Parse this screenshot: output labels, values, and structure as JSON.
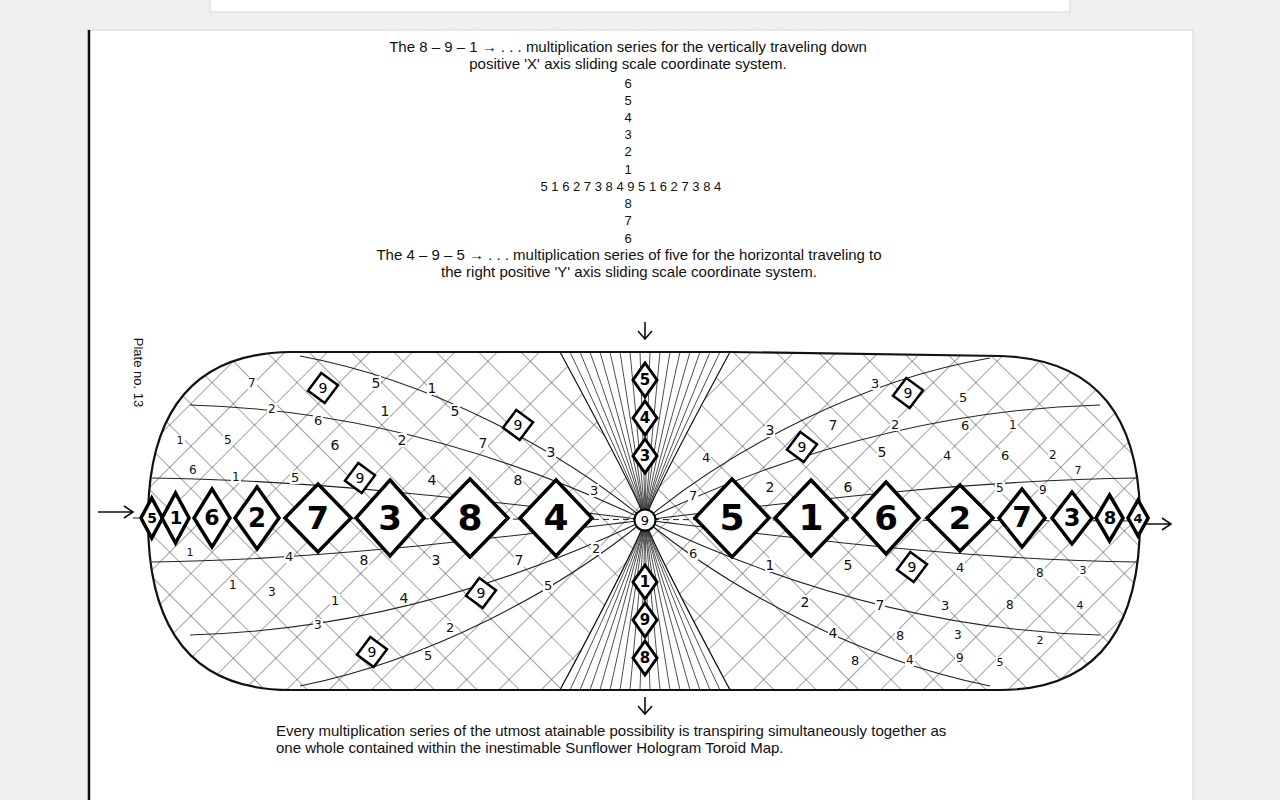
{
  "diagram": {
    "title": "The 8 – 9 – 1 → . . . multiplication series for the vertically traveling down positive 'X' axis sliding scale coordinate system.",
    "caption": "Every multiplication series of the utmost atainable possibility is transpiring simultaneously together as one whole contained within the inestimable Sunflower Hologram Toroid Map.",
    "nodes": [
      {
        "text": [
          "9"
        ]
      },
      {
        "text": [
          "5"
        ]
      },
      {
        "text": [
          "9"
        ]
      },
      {
        "text": [
          "4"
        ]
      },
      {
        "text": [
          "9"
        ]
      },
      {
        "text": [
          "9"
        ]
      },
      {
        "text": [
          "3"
        ]
      },
      {
        "text": [
          "9"
        ]
      },
      {
        "text": [
          "5"
        ]
      },
      {
        "text": [
          "1"
        ]
      },
      {
        "text": [
          "6"
        ]
      },
      {
        "text": [
          "2"
        ]
      },
      {
        "text": [
          "7"
        ]
      },
      {
        "text": [
          "3"
        ]
      },
      {
        "text": [
          "8"
        ]
      },
      {
        "text": [
          "4"
        ]
      },
      {
        "text": [
          "9"
        ]
      },
      {
        "text": [
          "5"
        ]
      },
      {
        "text": [
          "1"
        ]
      },
      {
        "text": [
          "6"
        ]
      },
      {
        "text": [
          "2"
        ]
      },
      {
        "text": [
          "7"
        ]
      },
      {
        "text": [
          "3"
        ]
      },
      {
        "text": [
          "8"
        ]
      },
      {
        "text": [
          "4"
        ]
      },
      {
        "text": [
          "9"
        ]
      },
      {
        "text": [
          "1"
        ]
      },
      {
        "text": [
          "9"
        ]
      },
      {
        "text": [
          "9"
        ]
      },
      {
        "text": [
          "9"
        ]
      },
      {
        "text": [
          "8"
        ]
      }
    ],
    "labels": [
      "6",
      "5",
      "4",
      "3",
      "2",
      "1",
      "5 1 6 2 7 3 8 4 9 5 1 6 2 7 3 8 4",
      "8",
      "7",
      "6",
      "The 4 – 9 – 5 → . . . multiplication series of five for the horizontal traveling to the right positive 'Y' axis sliding scale coordinate system.",
      "Plate no. 13",
      "7",
      "2",
      "5",
      "1",
      "6",
      "1",
      "5",
      "1",
      "5",
      "6",
      "2",
      "7",
      "3",
      "6",
      "1",
      "5",
      "4",
      "8",
      "3",
      "1",
      "4",
      "8",
      "3",
      "7",
      "2",
      "1",
      "3",
      "1",
      "4",
      "5",
      "3",
      "2",
      "5",
      "3",
      "5",
      "2",
      "3",
      "7",
      "6",
      "1",
      "4",
      "5",
      "4",
      "6",
      "2",
      "7",
      "7",
      "2",
      "6",
      "5",
      "9",
      "6",
      "1",
      "5",
      "4",
      "8",
      "3",
      "2",
      "7",
      "3",
      "8",
      "4",
      "4",
      "8",
      "3",
      "2",
      "8",
      "4",
      "9",
      "5"
    ]
  }
}
